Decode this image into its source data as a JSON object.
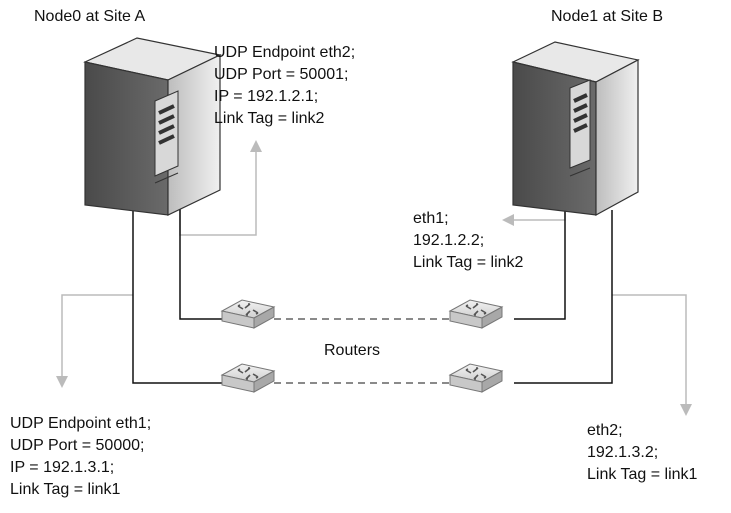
{
  "nodes": {
    "node0": {
      "title": "Node0 at Site A"
    },
    "node1": {
      "title": "Node1 at Site B"
    }
  },
  "routers_label": "Routers",
  "annotations": {
    "node0_top": [
      "UDP Endpoint eth2;",
      "UDP Port = 50001;",
      "IP = 192.1.2.1;",
      "Link Tag = link2"
    ],
    "node0_bottom": [
      "UDP Endpoint eth1;",
      "UDP Port = 50000;",
      "IP = 192.1.3.1;",
      "Link Tag = link1"
    ],
    "node1_mid": [
      "eth1;",
      "192.1.2.2;",
      "Link Tag = link2"
    ],
    "node1_bottom": [
      "eth2;",
      "192.1.3.2;",
      "Link Tag = link1"
    ]
  },
  "colors": {
    "link": "#111111",
    "arrow": "#bbbbbb",
    "server_dark": "#5a5a5a",
    "server_light": "#e6e6e6",
    "router": "#d9d9d9"
  }
}
